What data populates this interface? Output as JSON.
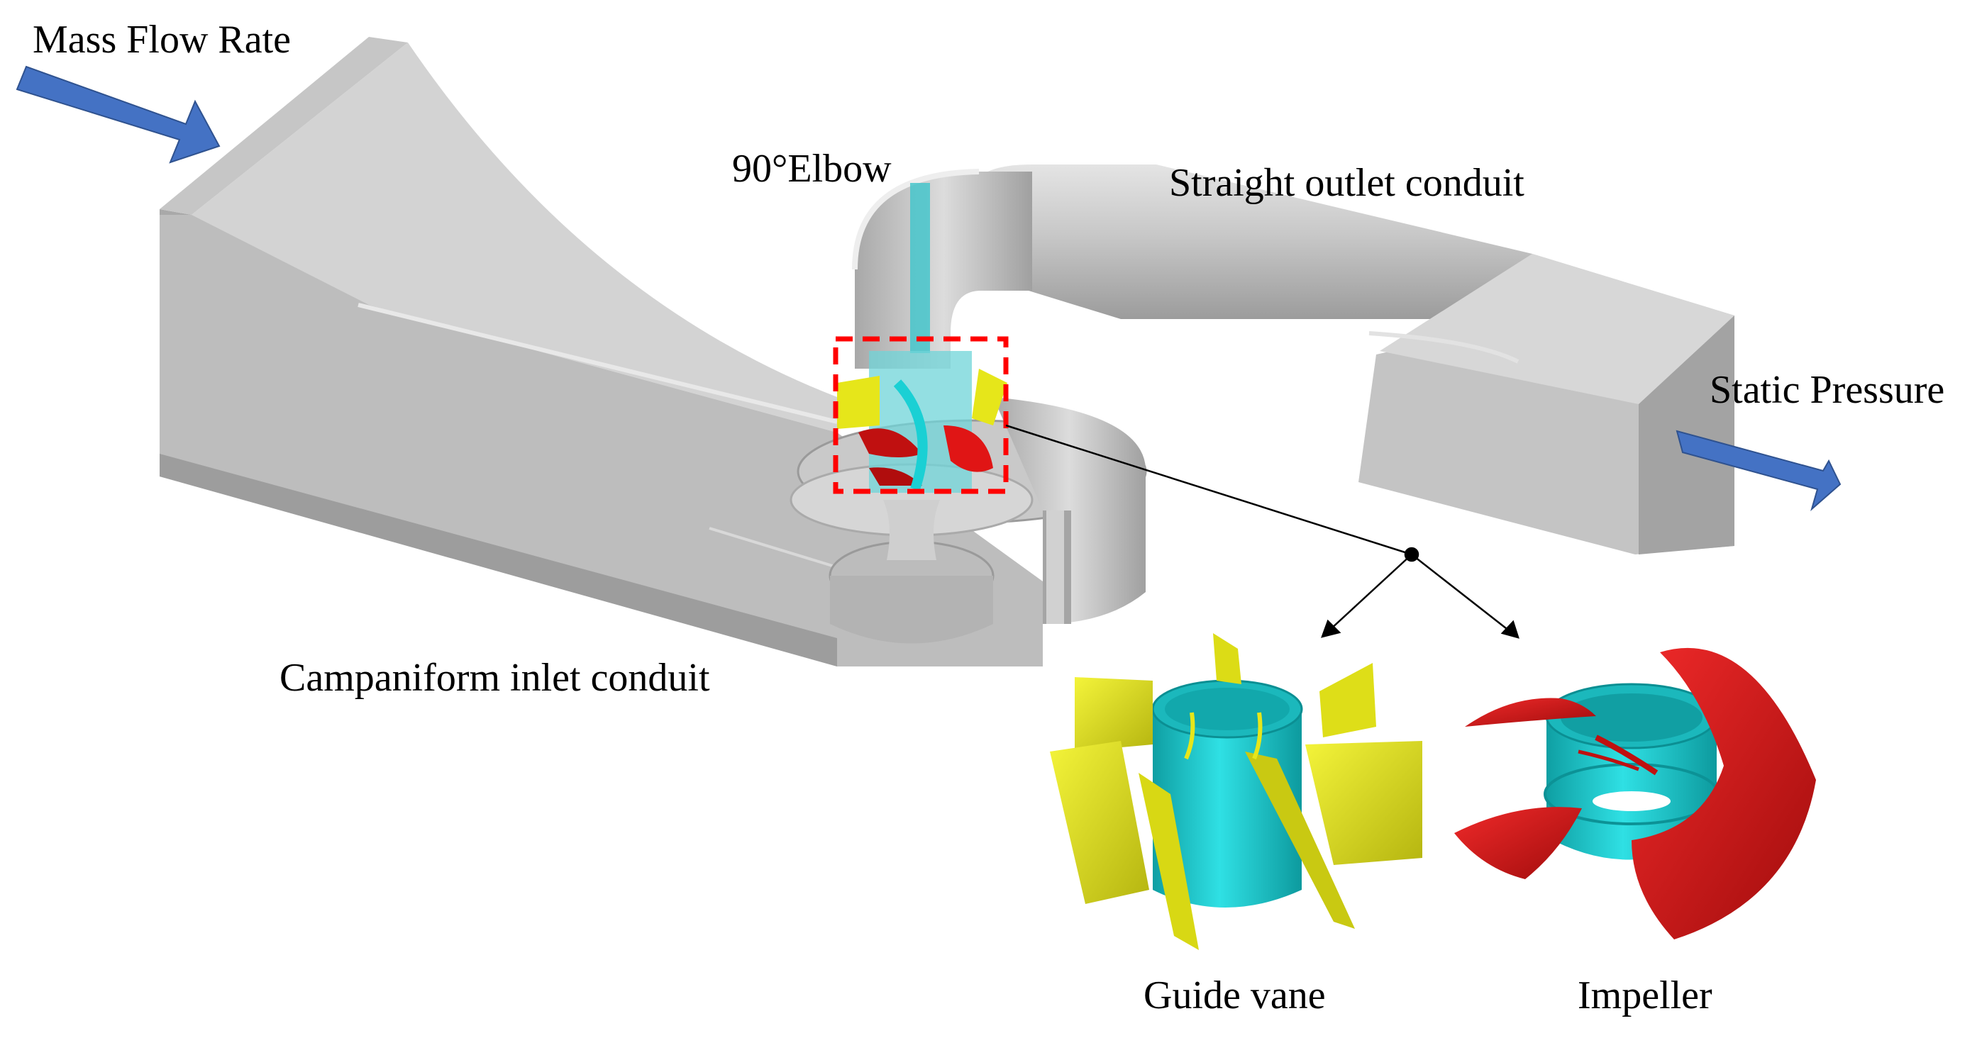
{
  "labels": {
    "mass_flow_rate": "Mass Flow Rate",
    "elbow": "90°Elbow",
    "straight_outlet": "Straight outlet conduit",
    "static_pressure": "Static Pressure",
    "campaniform_inlet": "Campaniform inlet conduit",
    "guide_vane": "Guide vane",
    "impeller": "Impeller"
  },
  "colors": {
    "conduit_gray": "#bfbfbf",
    "conduit_dark": "#a6a6a6",
    "conduit_light": "#d9d9d9",
    "arrow_blue": "#4472c4",
    "hub_cyan": "#13c4c9",
    "vane_yellow": "#e6e61a",
    "blade_red": "#e01515",
    "highlight_box_red": "#ff0000",
    "leader_black": "#000000"
  }
}
